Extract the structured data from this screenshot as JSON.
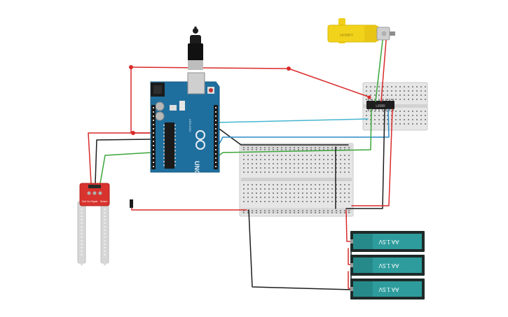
{
  "colors": {
    "background": "#ffffff",
    "arduino_board": "#1f6f9e",
    "arduino_dark": "#155a82",
    "breadboard": "#e4e4e4",
    "breadboard_hole": "#8a8a8a",
    "motor_yellow": "#f2d31b",
    "motor_metal": "#c8c8c8",
    "battery_teal": "#2e9c9c",
    "battery_dark": "#1f2a2a",
    "sensor_red": "#d8332e",
    "probe_gray": "#d7d7d7",
    "wire_red": "#d92a2a",
    "wire_black": "#1d1d1d",
    "wire_green": "#3aa63a",
    "wire_blue": "#2b8bc4",
    "wire_cyan": "#46b6d0"
  },
  "arduino": {
    "model_text": "UNO",
    "sub_text": "ARDUINO"
  },
  "motor": {
    "label": "HOBBY"
  },
  "driver_chip": {
    "label": "L293D"
  },
  "sensor": {
    "pin_labels": "Gnd Vcc Signal",
    "title": "Sensor"
  },
  "batteries": [
    {
      "label": "AA 1.5V"
    },
    {
      "label": "AA 1.5V"
    },
    {
      "label": "AA 1.5V"
    }
  ]
}
